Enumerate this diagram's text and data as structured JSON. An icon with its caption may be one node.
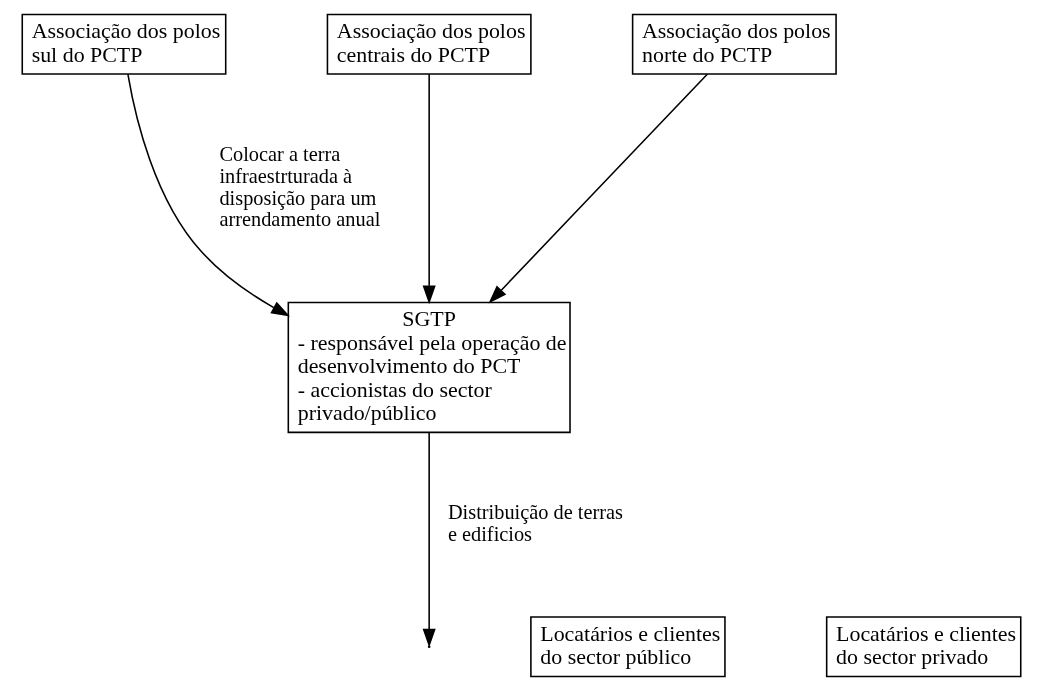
{
  "diagram": {
    "nodes": [
      {
        "text": [
          "Associação dos polos sul do PCTP"
        ]
      },
      {
        "text": [
          "Associação dos polos centrais do PCTP"
        ]
      },
      {
        "text": [
          "Associação dos polos norte do PCTP"
        ]
      },
      {
        "text": [
          "SGTP",
          "- responsável pela operação de desenvolvimento do PCT",
          "- accionistas do sector privado/público"
        ]
      },
      {
        "text": [
          "Locatários e clientes do sector público"
        ]
      },
      {
        "text": [
          "Locatários e clientes do sector privado"
        ]
      }
    ],
    "edges": [
      {
        "from": 0,
        "to": 3,
        "arrow": "to",
        "label": "Colocar a terra infraestrturada à disposição para um arrendamento anual"
      },
      {
        "from": 1,
        "to": 3,
        "arrow": "to"
      },
      {
        "from": 2,
        "to": 3,
        "arrow": "to"
      },
      {
        "from": 3,
        "to": null,
        "arrow": "to",
        "label": "Distribuição de terras e edificios"
      }
    ]
  }
}
